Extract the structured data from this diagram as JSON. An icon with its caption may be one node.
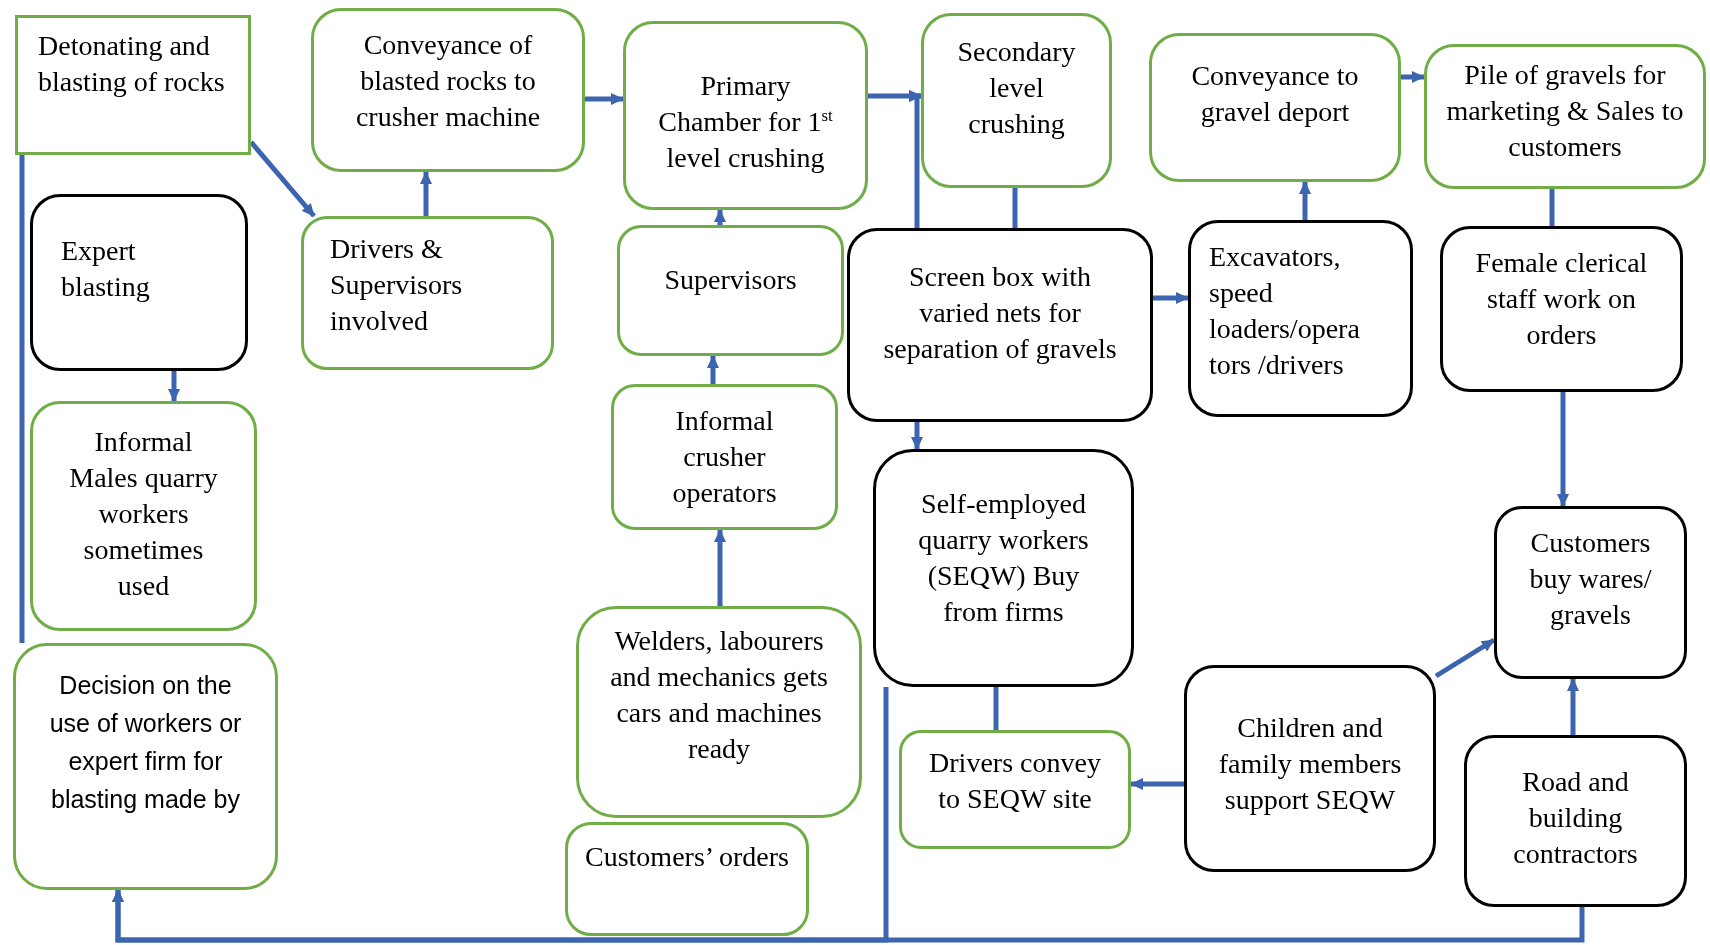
{
  "diagram": {
    "nodes": [
      {
        "text": [
          "Detonating and blasting of rocks"
        ]
      },
      {
        "text": [
          "Conveyance of blasted rocks to crusher machine"
        ]
      },
      {
        "text": [
          "Primary Chamber for 1$^{st}$ level crushing"
        ]
      },
      {
        "text": [
          "Secondary level crushing"
        ]
      },
      {
        "text": [
          "Conveyance to gravel deport"
        ]
      },
      {
        "text": [
          "Pile of gravels for marketing & Sales to customers"
        ]
      },
      {
        "text": [
          "Expert blasting"
        ]
      },
      {
        "text": [
          "Drivers & Supervisors involved"
        ]
      },
      {
        "text": [
          "Supervisors"
        ]
      },
      {
        "text": [
          "Screen box with varied nets for separation of gravels"
        ]
      },
      {
        "text": [
          "Excavators, speed loaders/opera tors /drivers"
        ]
      },
      {
        "text": [
          "Female clerical staff work on orders"
        ]
      },
      {
        "text": [
          "Informal Males quarry workers sometimes used"
        ]
      },
      {
        "text": [
          "Informal crusher operators"
        ]
      },
      {
        "text": [
          "Self-employed quarry workers (SEQW) Buy from firms"
        ]
      },
      {
        "text": [
          "Customers buy wares/ gravels"
        ]
      },
      {
        "text": [
          "Decision on the use of workers or expert firm for blasting made by"
        ]
      },
      {
        "text": [
          "Welders, labourers and mechanics gets cars and machines ready"
        ]
      },
      {
        "text": [
          "Customers’ orders"
        ]
      },
      {
        "text": [
          "Drivers convey to SEQW site"
        ]
      },
      {
        "text": [
          "Children and family members support SEQW"
        ]
      },
      {
        "text": [
          "Road and building contractors"
        ]
      }
    ],
    "edges": [
      {
        "from": 0,
        "to": 7,
        "arrow": "to"
      },
      {
        "from": 7,
        "to": 1,
        "arrow": "to"
      },
      {
        "from": 1,
        "to": 2,
        "arrow": "to"
      },
      {
        "from": 2,
        "to": 3,
        "arrow": "to"
      },
      {
        "from": 9,
        "to": 3,
        "arrow": "to"
      },
      {
        "from": 3,
        "to": 9,
        "arrow": "none"
      },
      {
        "from": 9,
        "to": 10,
        "arrow": "to"
      },
      {
        "from": 10,
        "to": 4,
        "arrow": "to"
      },
      {
        "from": 4,
        "to": 5,
        "arrow": "to"
      },
      {
        "from": 5,
        "to": 11,
        "arrow": "none"
      },
      {
        "from": 11,
        "to": 15,
        "arrow": "to"
      },
      {
        "from": 6,
        "to": 12,
        "arrow": "to"
      },
      {
        "from": 8,
        "to": 2,
        "arrow": "to"
      },
      {
        "from": 13,
        "to": 8,
        "arrow": "to"
      },
      {
        "from": 17,
        "to": 13,
        "arrow": "to"
      },
      {
        "from": 9,
        "to": 14,
        "arrow": "to"
      },
      {
        "from": 14,
        "to": 19,
        "arrow": "none"
      },
      {
        "from": 20,
        "to": 19,
        "arrow": "to"
      },
      {
        "from": 20,
        "to": 15,
        "arrow": "to"
      },
      {
        "from": 21,
        "to": 15,
        "arrow": "to"
      },
      {
        "from": 0,
        "to": 16,
        "arrow": "none"
      },
      {
        "from": 21,
        "to": 16,
        "arrow": "to"
      },
      {
        "from": 14,
        "to": 16,
        "arrow": "to"
      }
    ]
  }
}
